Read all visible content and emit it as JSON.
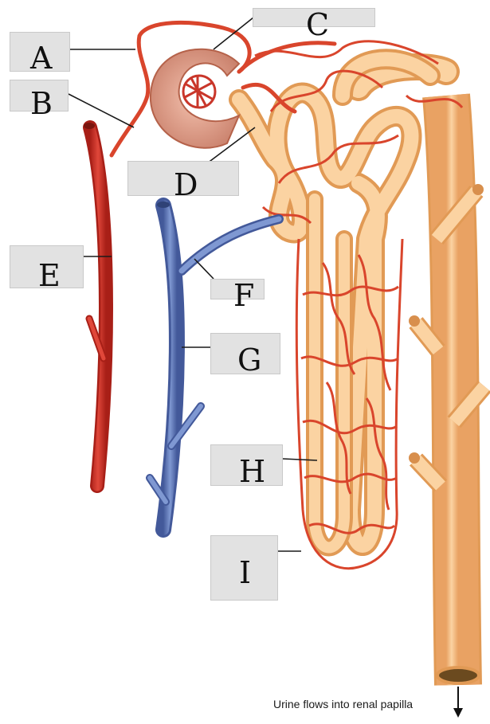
{
  "labels": {
    "a": "A",
    "b": "B",
    "c": "C",
    "d": "D",
    "e": "E",
    "f": "F",
    "g": "G",
    "h": "H",
    "i": "I"
  },
  "caption": "Urine flows into renal papilla",
  "colors": {
    "artery": "#d6372b",
    "artery_dark": "#a81f17",
    "vein": "#6b86c4",
    "vein_dark": "#43599a",
    "tubule": "#f7c48c",
    "tubule_edge": "#e19a55",
    "capillary": "#d9452c",
    "glomerulus": "#d99a86",
    "label_box": "#e2e2e2"
  }
}
